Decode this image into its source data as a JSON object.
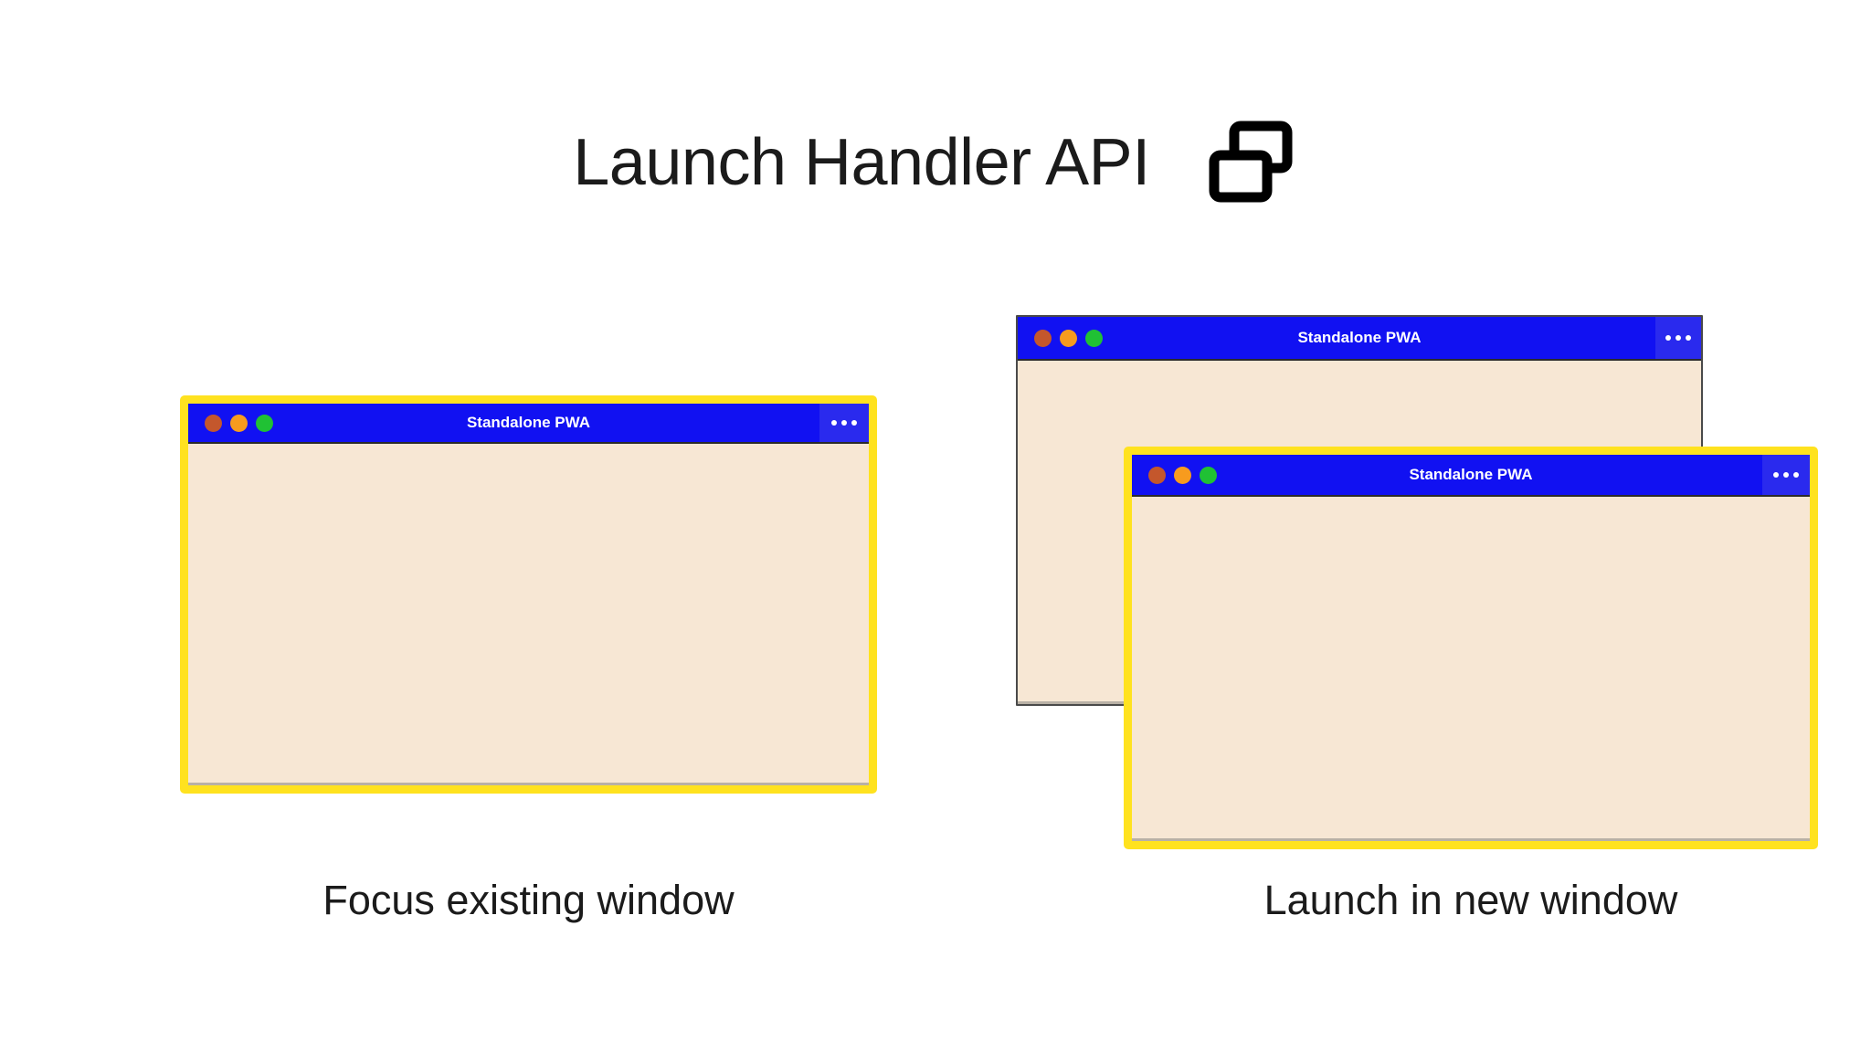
{
  "header": {
    "title": "Launch Handler API",
    "icon": "window-switch-icon"
  },
  "panels": [
    {
      "id": "focus-existing",
      "caption": "Focus existing window",
      "windows": [
        {
          "title": "Standalone PWA",
          "focused": true,
          "overflow_label": "•••",
          "traffic_lights": [
            "close",
            "minimize",
            "maximize"
          ]
        }
      ]
    },
    {
      "id": "launch-new",
      "caption": "Launch in new window",
      "windows": [
        {
          "title": "Standalone PWA",
          "focused": false,
          "overflow_label": "•••",
          "traffic_lights": [
            "close",
            "minimize",
            "maximize"
          ]
        },
        {
          "title": "Standalone PWA",
          "focused": true,
          "overflow_label": "•••",
          "traffic_lights": [
            "close",
            "minimize",
            "maximize"
          ]
        }
      ]
    }
  ],
  "colors": {
    "background": "#ffffff",
    "title_bar": "#1111F2",
    "overflow_panel": "#2A2AEE",
    "window_body": "#F7E7D4",
    "focus_highlight": "#FFE21F",
    "unfocused_border": "#4a4a4a",
    "dot_close": "#C4572C",
    "dot_minimize": "#F79B1E",
    "dot_maximize": "#20C134",
    "text": "#1b1b1b",
    "title_text": "#ffffff"
  }
}
